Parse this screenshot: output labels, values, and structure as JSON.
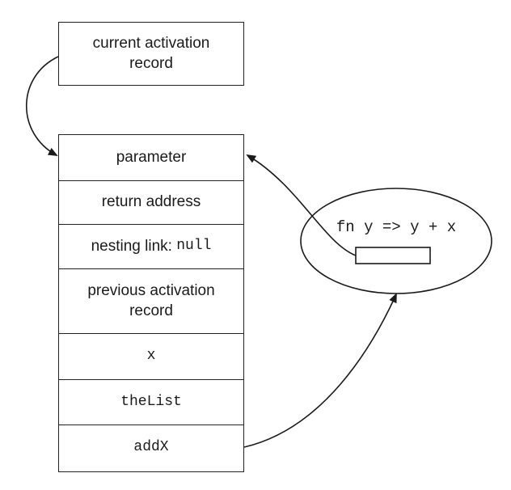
{
  "current_record": {
    "line1": "current activation",
    "line2": "record"
  },
  "stack_rows": {
    "parameter": "parameter",
    "return_address": "return address",
    "nesting_prefix": "nesting link: ",
    "nesting_value": "null",
    "previous_line1": "previous activation",
    "previous_line2": "record",
    "x": "x",
    "the_list": "theList",
    "add_x": "addX"
  },
  "closure": {
    "code": "fn y => y + x"
  }
}
